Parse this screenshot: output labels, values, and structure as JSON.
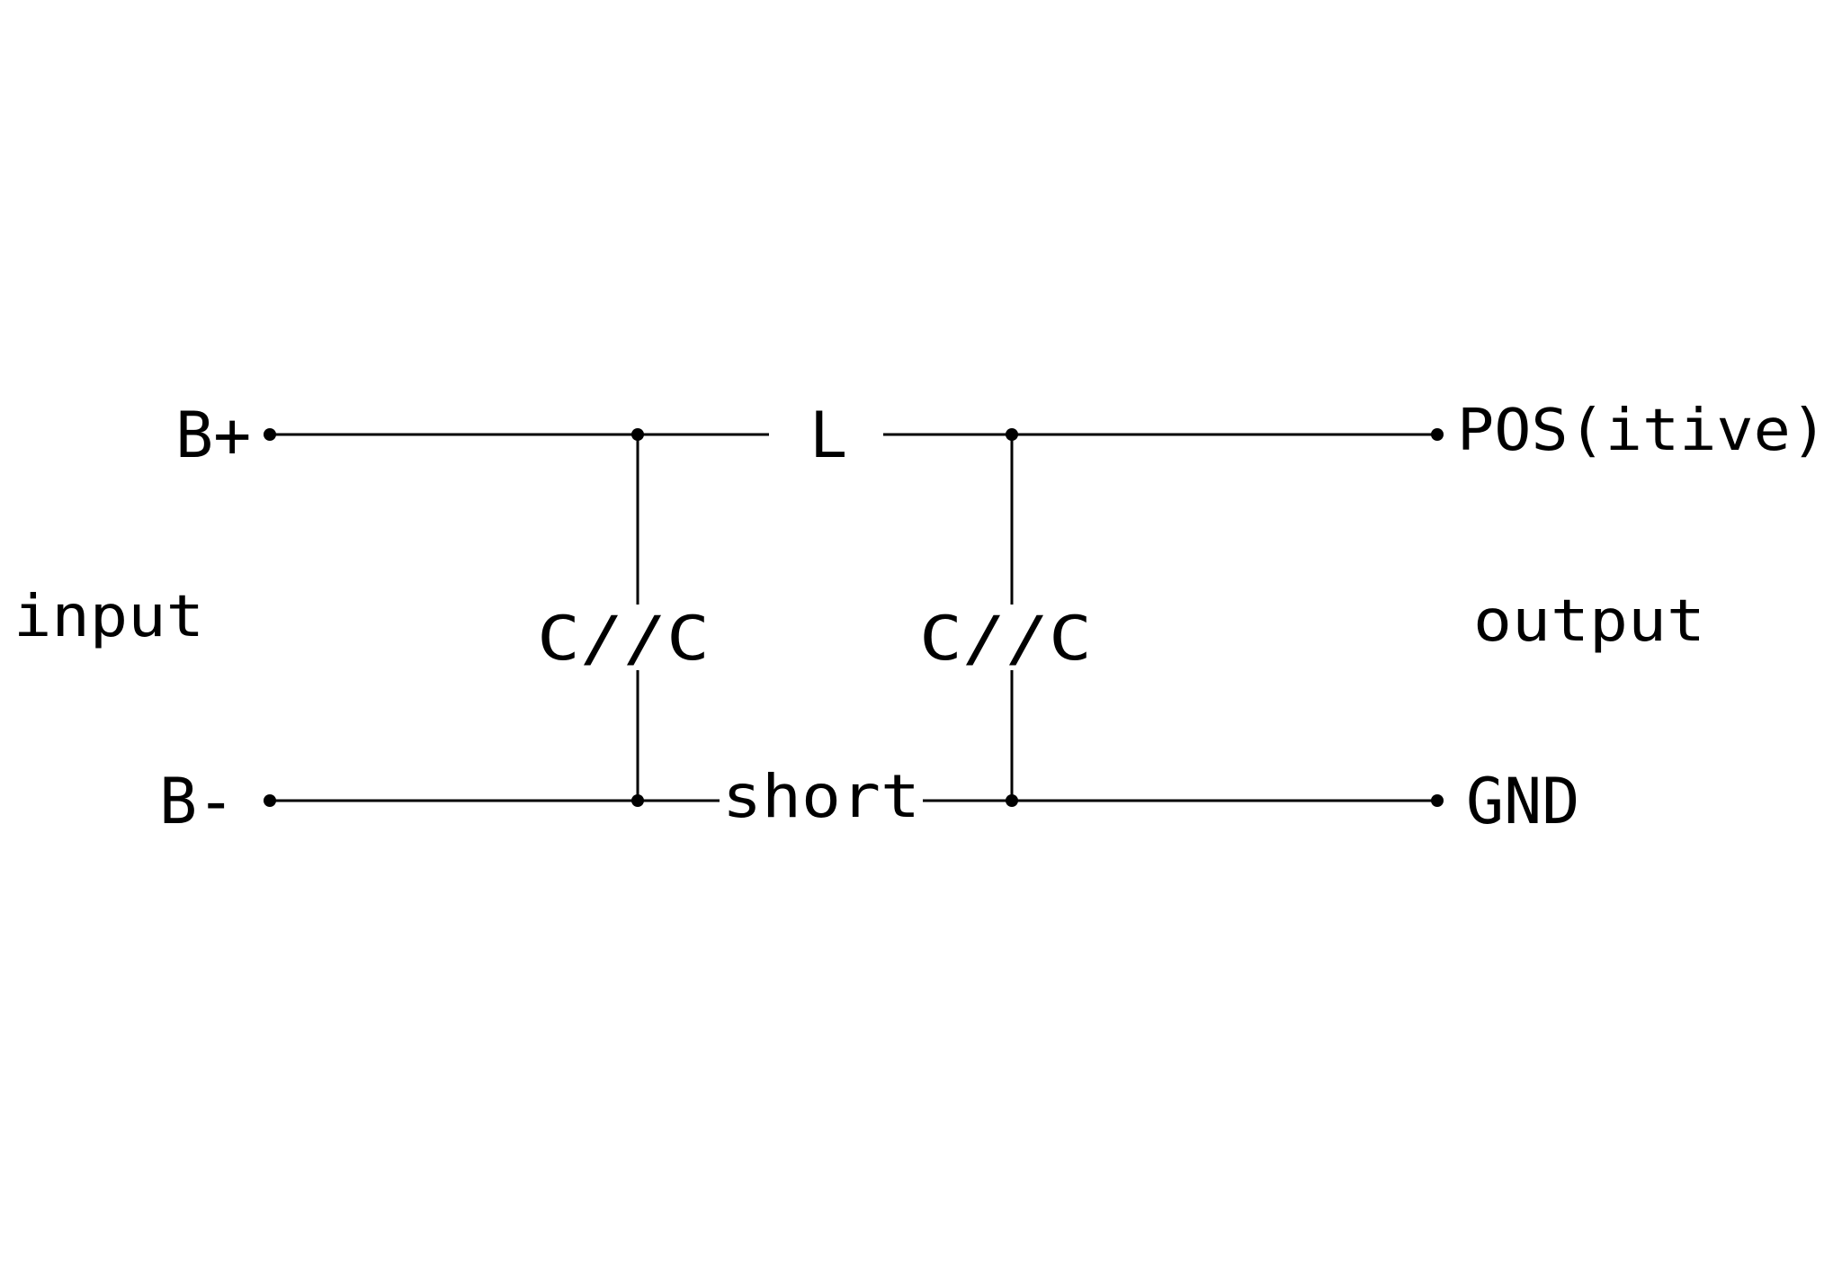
{
  "labels": {
    "b_plus": "B+",
    "b_minus": "B-",
    "inductor": "L",
    "positive": "POS(itive)",
    "ground": "GND",
    "input": "input",
    "output": "output",
    "short": "short",
    "cap_left": "C//C",
    "cap_right": "C//C"
  },
  "colors": {
    "line": "#000000",
    "background": "#ffffff"
  }
}
